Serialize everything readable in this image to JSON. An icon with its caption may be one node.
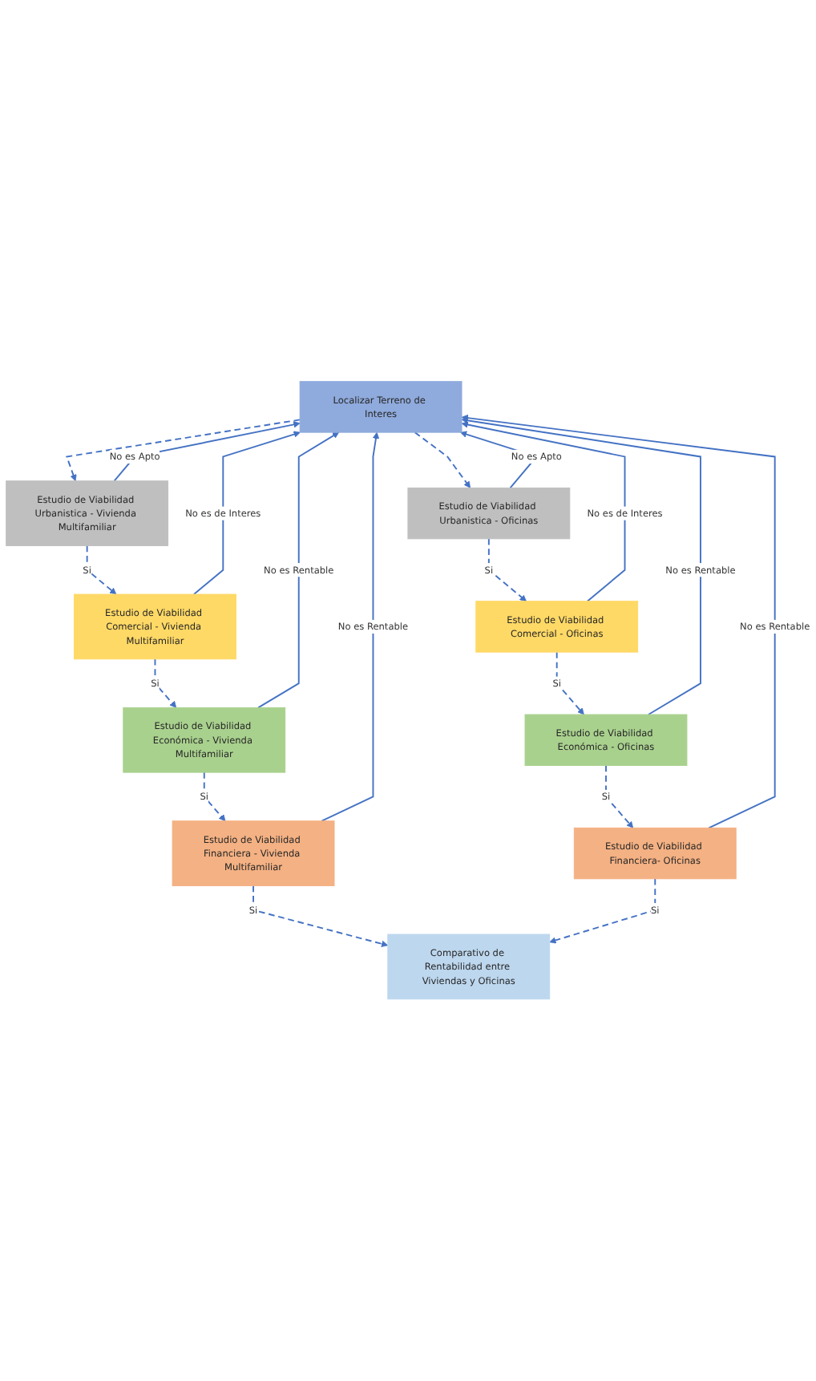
{
  "diagram": {
    "nodes": [
      {
        "text": [
          "Localizar Terreno de Interes"
        ]
      },
      {
        "text": [
          "Estudio de Viabilidad Urbanistica - Vivienda Multifamiliar"
        ]
      },
      {
        "text": [
          "Estudio de Viabilidad Urbanistica - Oficinas"
        ]
      },
      {
        "text": [
          "Estudio de Viabilidad Comercial - Vivienda Multifamiliar"
        ]
      },
      {
        "text": [
          "Estudio de Viabilidad Comercial - Oficinas"
        ]
      },
      {
        "text": [
          "Estudio de Viabilidad Económica - Vivienda Multifamiliar"
        ]
      },
      {
        "text": [
          "Estudio de Viabilidad Económica - Oficinas"
        ]
      },
      {
        "text": [
          "Estudio de Viabilidad Financiera - Vivienda Multifamiliar"
        ]
      },
      {
        "text": [
          "Estudio de Viabilidad Financiera- Oficinas"
        ]
      },
      {
        "text": [
          "Comparativo de Rentabilidad entre Viviendas y Oficinas"
        ]
      }
    ],
    "edges": [
      {
        "from": 0,
        "to": 1,
        "arrow": "to",
        "style": "dashed"
      },
      {
        "from": 0,
        "to": 2,
        "arrow": "to",
        "style": "dashed"
      },
      {
        "from": 1,
        "to": 3,
        "label": "Si",
        "arrow": "to",
        "style": "dashed"
      },
      {
        "from": 2,
        "to": 4,
        "label": "Si",
        "arrow": "to",
        "style": "dashed"
      },
      {
        "from": 3,
        "to": 5,
        "label": "Si",
        "arrow": "to",
        "style": "dashed"
      },
      {
        "from": 4,
        "to": 6,
        "label": "Si",
        "arrow": "to",
        "style": "dashed"
      },
      {
        "from": 5,
        "to": 7,
        "label": "Si",
        "arrow": "to",
        "style": "dashed"
      },
      {
        "from": 6,
        "to": 8,
        "label": "Si",
        "arrow": "to",
        "style": "dashed"
      },
      {
        "from": 7,
        "to": 9,
        "label": "Si",
        "arrow": "to",
        "style": "dashed"
      },
      {
        "from": 8,
        "to": 9,
        "label": "Si",
        "arrow": "to",
        "style": "dashed"
      },
      {
        "from": 1,
        "to": 0,
        "label": "No es Apto",
        "arrow": "to"
      },
      {
        "from": 2,
        "to": 0,
        "label": "No es Apto",
        "arrow": "to"
      },
      {
        "from": 3,
        "to": 0,
        "label": "No es de Interes",
        "arrow": "to"
      },
      {
        "from": 4,
        "to": 0,
        "label": "No es de Interes",
        "arrow": "to"
      },
      {
        "from": 5,
        "to": 0,
        "label": "No es Rentable",
        "arrow": "to"
      },
      {
        "from": 6,
        "to": 0,
        "label": "No es Rentable",
        "arrow": "to"
      },
      {
        "from": 7,
        "to": 0,
        "label": "No es Rentable",
        "arrow": "to"
      },
      {
        "from": 8,
        "to": 0,
        "label": "No es Rentable",
        "arrow": "to"
      }
    ]
  }
}
